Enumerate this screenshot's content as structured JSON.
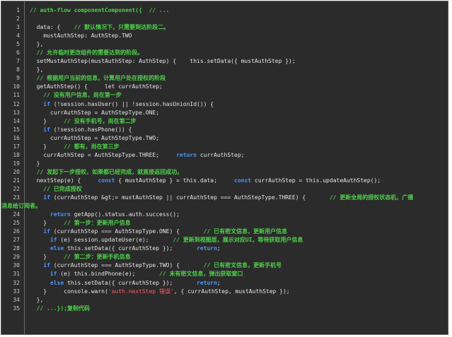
{
  "editor": {
    "lines": [
      {
        "n": "1",
        "tokens": [
          {
            "t": "// auth-flow componentComponent({  // ...",
            "c": "cm"
          }
        ]
      },
      {
        "n": "2",
        "tokens": []
      },
      {
        "n": "3",
        "tokens": [
          {
            "t": "  data: {    ",
            "c": "tx"
          },
          {
            "t": "// 默认情况下，只需要到达阶段二。",
            "c": "cm"
          }
        ]
      },
      {
        "n": "4",
        "tokens": [
          {
            "t": "    mustAuthStep: AuthStep.TWO",
            "c": "tx"
          }
        ]
      },
      {
        "n": "5",
        "tokens": [
          {
            "t": "  },",
            "c": "tx"
          }
        ]
      },
      {
        "n": "6",
        "tokens": [
          {
            "t": "  // 允许临时更改组件的需要达到的阶段。",
            "c": "cm"
          }
        ]
      },
      {
        "n": "7",
        "tokens": [
          {
            "t": "  setMustAuthStep(mustAuthStep: AuthStep) {    this.setData({ mustAuthStep });",
            "c": "tx"
          }
        ]
      },
      {
        "n": "8",
        "tokens": [
          {
            "t": "  },",
            "c": "tx"
          }
        ]
      },
      {
        "n": "9",
        "tokens": [
          {
            "t": "  // 根据用户当前的信息，计算用户处在授权的阶段",
            "c": "cm"
          }
        ]
      },
      {
        "n": "10",
        "tokens": [
          {
            "t": "  getAuthStep() {     let currAuthStep;",
            "c": "tx"
          }
        ]
      },
      {
        "n": "11",
        "tokens": [
          {
            "t": "    // 没有用户信息，尚在第一步",
            "c": "cm"
          }
        ]
      },
      {
        "n": "12",
        "tokens": [
          {
            "t": "    ",
            "c": "tx"
          },
          {
            "t": "if",
            "c": "kw"
          },
          {
            "t": " (!session.hasUser() || !session.hasUnionId()) {",
            "c": "tx"
          }
        ]
      },
      {
        "n": "13",
        "tokens": [
          {
            "t": "      currAuthStep = AuthStepType.ONE;",
            "c": "tx"
          }
        ]
      },
      {
        "n": "14",
        "tokens": [
          {
            "t": "    }     ",
            "c": "tx"
          },
          {
            "t": "// 没有手机号，尚在第二步",
            "c": "cm"
          }
        ]
      },
      {
        "n": "15",
        "tokens": [
          {
            "t": "    ",
            "c": "tx"
          },
          {
            "t": "if",
            "c": "kw"
          },
          {
            "t": " (!session.hasPhone()) {",
            "c": "tx"
          }
        ]
      },
      {
        "n": "16",
        "tokens": [
          {
            "t": "      currAuthStep = AuthStepType.TWO;",
            "c": "tx"
          }
        ]
      },
      {
        "n": "17",
        "tokens": [
          {
            "t": "    }     ",
            "c": "tx"
          },
          {
            "t": "// 都有，尚在第三步",
            "c": "cm"
          }
        ]
      },
      {
        "n": "18",
        "tokens": [
          {
            "t": "    currAuthStep = AuthStepType.THREE;     ",
            "c": "tx"
          },
          {
            "t": "return",
            "c": "kw"
          },
          {
            "t": " currAuthStep;",
            "c": "tx"
          }
        ]
      },
      {
        "n": "19",
        "tokens": [
          {
            "t": "  }",
            "c": "tx"
          }
        ]
      },
      {
        "n": "20",
        "tokens": [
          {
            "t": "  // 发起下一步授权，如果都已经完成，就直接返回成功。",
            "c": "cm"
          }
        ]
      },
      {
        "n": "21",
        "tokens": [
          {
            "t": "  nextStep(e) {     ",
            "c": "tx"
          },
          {
            "t": "const",
            "c": "kw"
          },
          {
            "t": " { mustAuthStep } = this.data;     ",
            "c": "tx"
          },
          {
            "t": "const",
            "c": "kw"
          },
          {
            "t": " currAuthStep = this.updateAuthStep();",
            "c": "tx"
          }
        ]
      },
      {
        "n": "22",
        "tokens": [
          {
            "t": "    // 已完成授权",
            "c": "cm"
          }
        ]
      },
      {
        "n": "23",
        "tokens": [
          {
            "t": "    ",
            "c": "tx"
          },
          {
            "t": "if",
            "c": "kw"
          },
          {
            "t": " (currAuthStep &gt;= mustAuthStep || currAuthStep === AuthStepType.THREE) {       ",
            "c": "tx"
          },
          {
            "t": "// 更新全局的授权状态机，广播",
            "c": "cm"
          }
        ],
        "cont": "消息给订阅者。"
      },
      {
        "n": "24",
        "tokens": [
          {
            "t": "      ",
            "c": "tx"
          },
          {
            "t": "return",
            "c": "kw"
          },
          {
            "t": " getApp().status.auth.success();",
            "c": "tx"
          }
        ]
      },
      {
        "n": "25",
        "tokens": [
          {
            "t": "    }     ",
            "c": "tx"
          },
          {
            "t": "// 第一步：更新用户信息",
            "c": "cm"
          }
        ]
      },
      {
        "n": "26",
        "tokens": [
          {
            "t": "    ",
            "c": "tx"
          },
          {
            "t": "if",
            "c": "kw"
          },
          {
            "t": " (currAuthStep === AuthStepType.ONE) {       ",
            "c": "tx"
          },
          {
            "t": "// 已有密文信息，更新用户信息",
            "c": "cm"
          }
        ]
      },
      {
        "n": "27",
        "tokens": [
          {
            "t": "      ",
            "c": "tx"
          },
          {
            "t": "if",
            "c": "kw"
          },
          {
            "t": " (e) session.updateUser(e);       ",
            "c": "tx"
          },
          {
            "t": "// 更新到视图层，展示对应UI，等待获取用户信息",
            "c": "cm"
          }
        ]
      },
      {
        "n": "28",
        "tokens": [
          {
            "t": "      ",
            "c": "tx"
          },
          {
            "t": "else",
            "c": "kw"
          },
          {
            "t": " this.setData({ currAuthStep });       ",
            "c": "tx"
          },
          {
            "t": "return",
            "c": "kw"
          },
          {
            "t": ";",
            "c": "tx"
          }
        ]
      },
      {
        "n": "29",
        "tokens": [
          {
            "t": "    }     ",
            "c": "tx"
          },
          {
            "t": "// 第二步：更新手机信息",
            "c": "cm"
          }
        ]
      },
      {
        "n": "30",
        "tokens": [
          {
            "t": "    ",
            "c": "tx"
          },
          {
            "t": "if",
            "c": "kw"
          },
          {
            "t": " (currAuthStep === AuthStepType.TWO) {       ",
            "c": "tx"
          },
          {
            "t": "// 已有密文信息，更新手机号",
            "c": "cm"
          }
        ]
      },
      {
        "n": "31",
        "tokens": [
          {
            "t": "      ",
            "c": "tx"
          },
          {
            "t": "if",
            "c": "kw"
          },
          {
            "t": " (e) this.bindPhone(e);       ",
            "c": "tx"
          },
          {
            "t": "// 未有密文信息，弹出获取窗口",
            "c": "cm"
          }
        ]
      },
      {
        "n": "32",
        "tokens": [
          {
            "t": "      ",
            "c": "tx"
          },
          {
            "t": "else",
            "c": "kw"
          },
          {
            "t": " this.setData({ currAuthStep });       ",
            "c": "tx"
          },
          {
            "t": "return",
            "c": "kw"
          },
          {
            "t": ";",
            "c": "tx"
          }
        ]
      },
      {
        "n": "33",
        "tokens": [
          {
            "t": "    }     console.warn(",
            "c": "tx"
          },
          {
            "t": "'auth.nextStep 错误'",
            "c": "st"
          },
          {
            "t": ", { currAuthStep, mustAuthStep });",
            "c": "tx"
          }
        ]
      },
      {
        "n": "34",
        "tokens": [
          {
            "t": "  },",
            "c": "tx"
          }
        ]
      },
      {
        "n": "35",
        "tokens": [
          {
            "t": "  ",
            "c": "tx"
          },
          {
            "t": "// ...});复制代码",
            "c": "cm"
          }
        ]
      }
    ]
  }
}
